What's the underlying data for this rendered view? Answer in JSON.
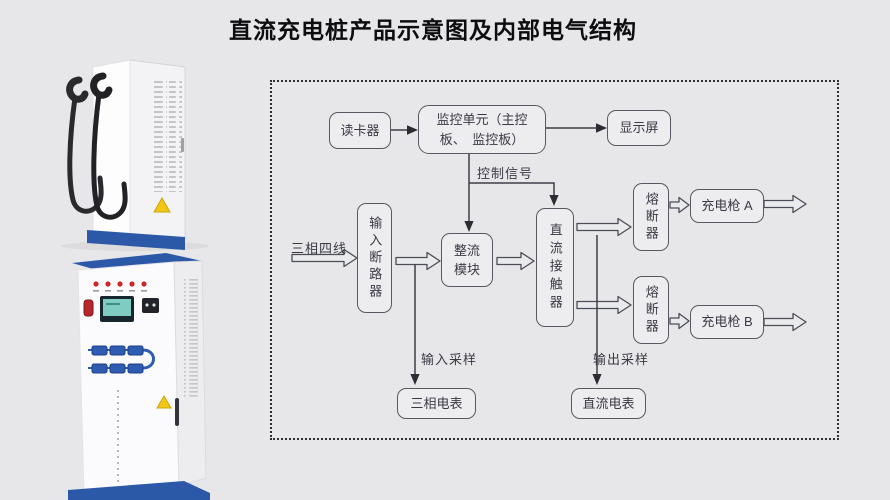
{
  "title": "直流充电桩产品示意图及内部电气结构",
  "colors": {
    "background": "#e7e7e9",
    "line": "#3e3e48",
    "box_border": "#585863",
    "accent_blue": "#2b59a8",
    "warning_yellow": "#f3c614",
    "indicator_red": "#c9292b",
    "screen_teal": "#7fccc2"
  },
  "diagram": {
    "nodes": {
      "card_reader": "读卡器",
      "monitor_unit": "监控单元（主控板、　监控板）",
      "display": "显示屏",
      "input_breaker": "输入断路器",
      "rectifier": "整流模块",
      "dc_contactor": "直流接触器",
      "fuse_a": "熔断器",
      "fuse_b": "熔断器",
      "gun_a": "充电枪 A",
      "gun_b": "充电枪 B",
      "three_phase_meter": "三相电表",
      "dc_meter": "直流电表"
    },
    "labels": {
      "control_signal": "控制信号",
      "three_phase_four_wire": "三相四线",
      "input_sampling": "输入采样",
      "output_sampling": "输出采样"
    }
  }
}
